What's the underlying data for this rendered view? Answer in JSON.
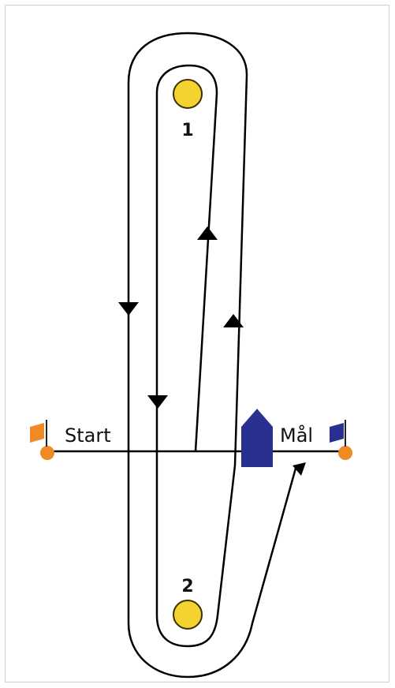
{
  "marks": {
    "mark1": {
      "label": "1"
    },
    "mark2": {
      "label": "2"
    }
  },
  "start_label": "Start",
  "finish_label": "Mål",
  "colors": {
    "mark": "#f4d330",
    "mark_stroke": "#3a3000",
    "start_flag": "#f08a24",
    "finish_flag": "#2a3090",
    "buoy": "#f08a24",
    "boat": "#2a3090",
    "line": "#000000"
  }
}
